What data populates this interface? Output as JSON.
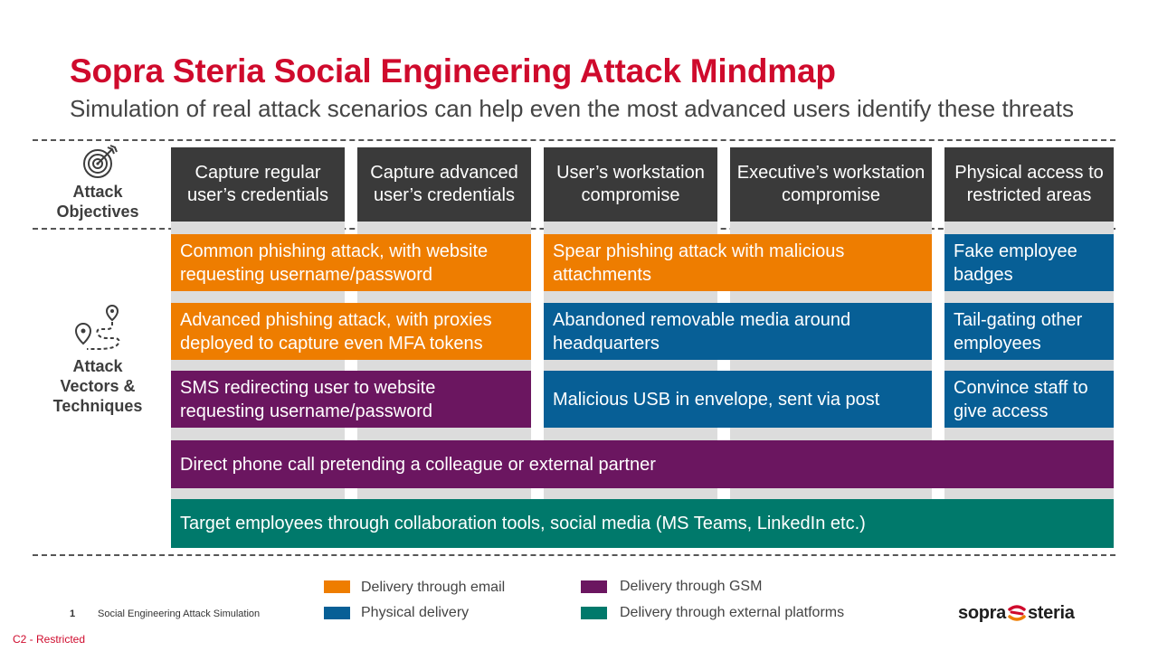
{
  "header": {
    "title": "Sopra Steria Social Engineering Attack Mindmap",
    "subtitle": "Simulation of real attack scenarios can help even the most advanced users identify these threats"
  },
  "row_labels": {
    "objectives": "Attack Objectives",
    "vectors": "Attack Vectors & Techniques"
  },
  "objectives": [
    "Capture regular user’s credentials",
    "Capture advanced user’s credentials",
    "User’s workstation compromise",
    "Executive’s workstation compromise",
    "Physical access to restricted areas"
  ],
  "techniques": {
    "common_phishing": "Common phishing attack, with website requesting username/password",
    "spear_phishing": "Spear phishing attack with malicious attachments",
    "fake_badges": "Fake employee badges",
    "advanced_phishing": "Advanced phishing attack, with proxies deployed to capture even MFA tokens",
    "removable_media": "Abandoned removable media around headquarters",
    "tailgating": "Tail-gating other employees",
    "sms_redirect": "SMS redirecting user to website requesting username/password",
    "usb_post": "Malicious USB in envelope, sent via post",
    "convince_staff": "Convince staff to give access",
    "phone_call": "Direct phone call pretending a colleague or external partner",
    "collab_tools": "Target employees through collaboration tools, social media (MS Teams, LinkedIn etc.)"
  },
  "legend": [
    {
      "label": "Delivery through email",
      "color": "#ee7d00"
    },
    {
      "label": "Physical delivery",
      "color": "#075f96"
    },
    {
      "label": "Delivery through GSM",
      "color": "#6b1660"
    },
    {
      "label": "Delivery through external platforms",
      "color": "#00796b"
    }
  ],
  "footer": {
    "page_number": "1",
    "doc_name": "Social Engineering Attack Simulation",
    "classification": "C2 - Restricted",
    "logo_left": "sopra",
    "logo_right": "steria"
  },
  "icons": {
    "objectives_icon": "target-icon",
    "vectors_icon": "route-map-pin-icon",
    "logo_icon": "sopra-steria-logo-icon"
  }
}
